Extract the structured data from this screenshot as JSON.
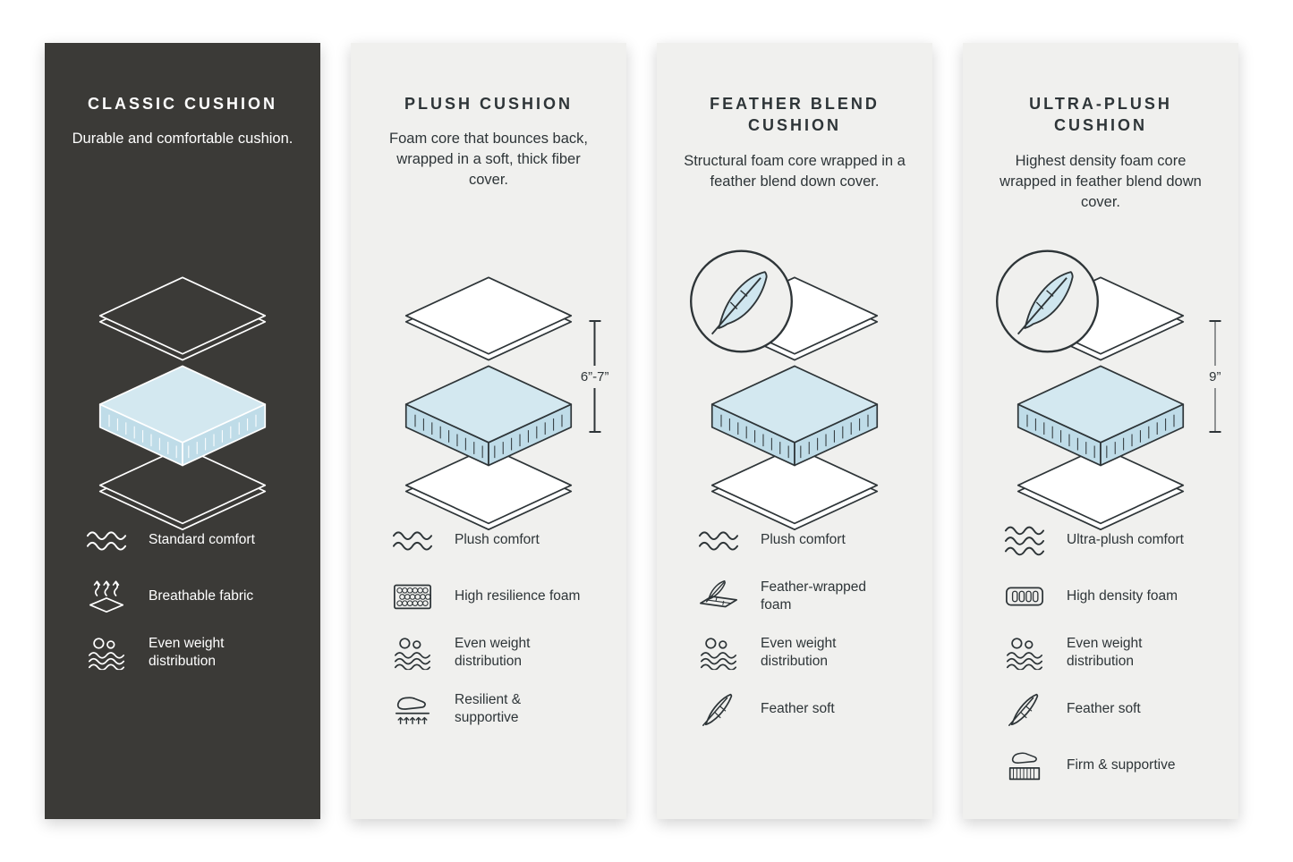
{
  "colors": {
    "page_background": "#FFFFFF",
    "dark_panel_background": "#3B3A37",
    "light_panel_background": "#F0F0EE",
    "dark_text": "#2E3538",
    "light_text": "#FFFFFF",
    "foam_top": "#D3E8F0",
    "foam_side": "#BFDCE8"
  },
  "panels": [
    {
      "id": "classic",
      "theme": "dark",
      "title": "CLASSIC CUSHION",
      "description": "Durable and comfortable cushion.",
      "features": [
        {
          "icon": "waves-comfort-icon",
          "label": "Standard comfort"
        },
        {
          "icon": "breathable-fabric-icon",
          "label": "Breathable fabric"
        },
        {
          "icon": "even-weight-icon",
          "label": "Even weight distribution"
        }
      ]
    },
    {
      "id": "plush",
      "theme": "light",
      "title": "PLUSH CUSHION",
      "description": "Foam core that bounces back, wrapped in a soft, thick fiber cover.",
      "measurement": "6”-7”",
      "features": [
        {
          "icon": "waves-comfort-icon",
          "label": "Plush comfort"
        },
        {
          "icon": "foam-cells-icon",
          "label": "High resilience foam"
        },
        {
          "icon": "even-weight-icon",
          "label": "Even weight distribution"
        },
        {
          "icon": "resilient-hand-icon",
          "label": "Resilient & supportive"
        }
      ]
    },
    {
      "id": "feather-blend",
      "theme": "light",
      "title": "FEATHER BLEND CUSHION",
      "description": "Structural foam core wrapped in a feather blend down cover.",
      "features": [
        {
          "icon": "waves-comfort-icon",
          "label": "Plush comfort"
        },
        {
          "icon": "feather-wrapped-foam-icon",
          "label": "Feather-wrapped foam"
        },
        {
          "icon": "even-weight-icon",
          "label": "Even weight distribution"
        },
        {
          "icon": "feather-icon",
          "label": "Feather soft"
        }
      ]
    },
    {
      "id": "ultra-plush",
      "theme": "light",
      "title": "ULTRA-PLUSH CUSHION",
      "description": "Highest density foam core wrapped in feather blend down cover.",
      "measurement": "9”",
      "features": [
        {
          "icon": "waves3-comfort-icon",
          "label": "Ultra-plush comfort"
        },
        {
          "icon": "high-density-foam-icon",
          "label": "High density foam"
        },
        {
          "icon": "even-weight-icon",
          "label": "Even weight distribution"
        },
        {
          "icon": "feather-icon",
          "label": "Feather soft"
        },
        {
          "icon": "firm-support-icon",
          "label": "Firm & supportive"
        }
      ]
    }
  ]
}
